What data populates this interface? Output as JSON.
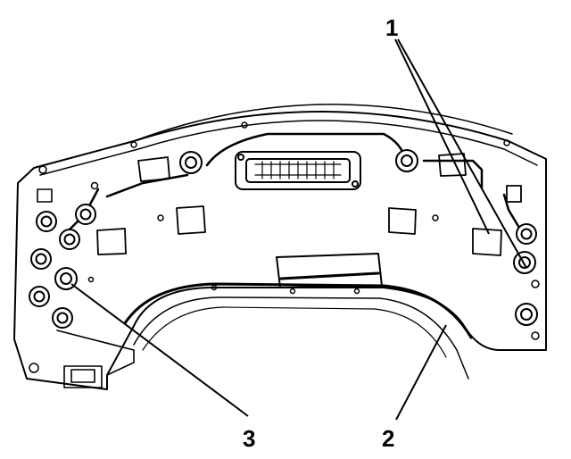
{
  "diagram": {
    "callouts": [
      {
        "label": "1"
      },
      {
        "label": "2"
      },
      {
        "label": "3"
      }
    ],
    "colors": {
      "line": "#000000",
      "fill": "#ffffff"
    }
  }
}
